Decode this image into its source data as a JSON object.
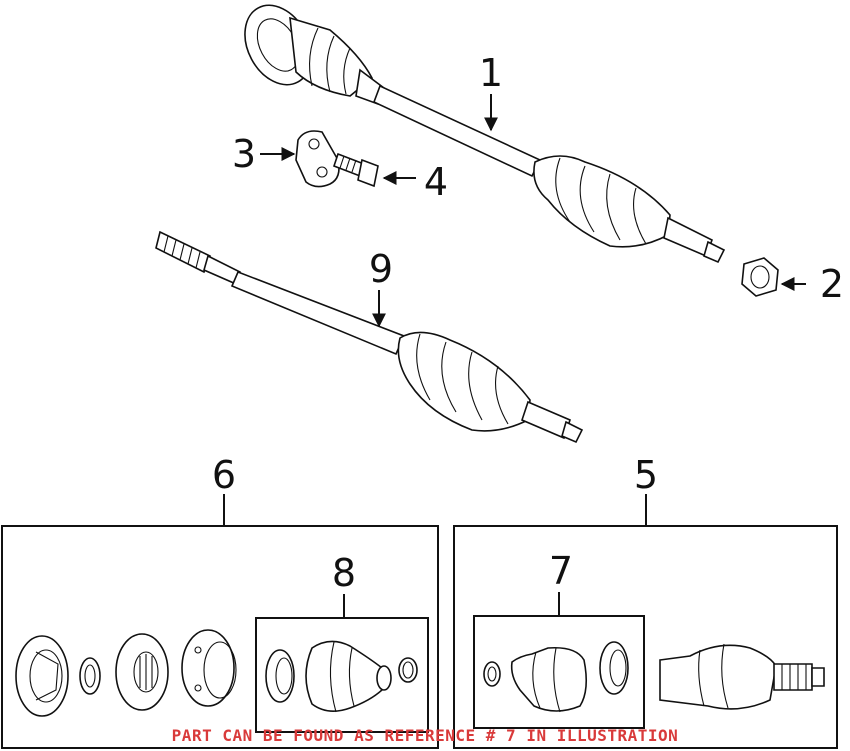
{
  "callouts": {
    "c1": "1",
    "c2": "2",
    "c3": "3",
    "c4": "4",
    "c5": "5",
    "c6": "6",
    "c7": "7",
    "c8": "8",
    "c9": "9"
  },
  "note": "PART CAN BE FOUND AS REFERENCE # 7 IN ILLUSTRATION",
  "colors": {
    "note": "#d93a3a",
    "line": "#111111"
  }
}
